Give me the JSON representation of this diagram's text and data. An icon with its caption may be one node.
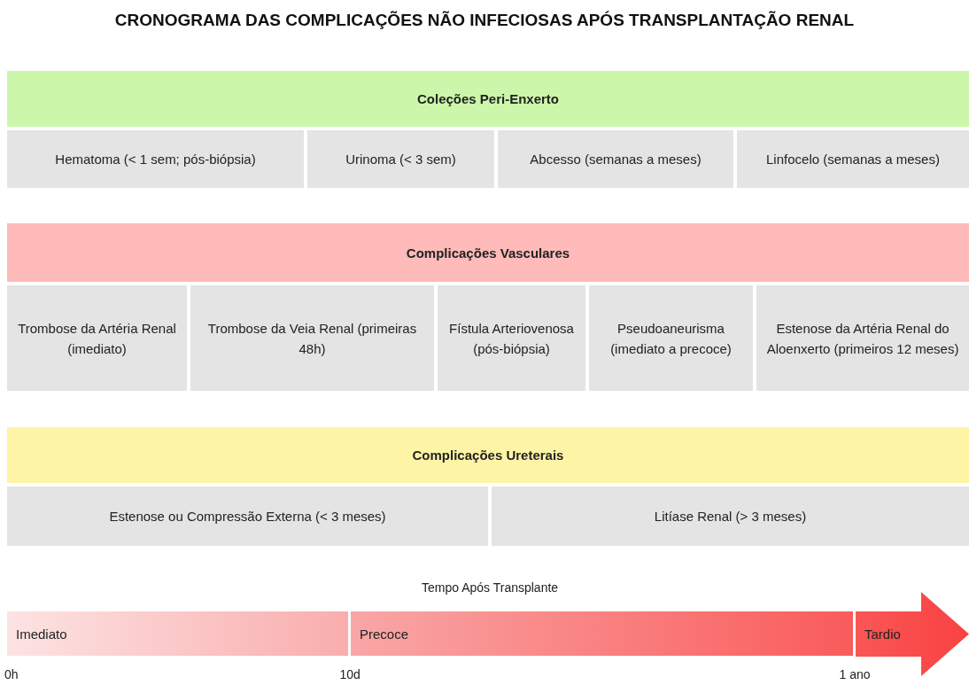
{
  "diagram": {
    "title": "CRONOGRAMA DAS COMPLICAÇÕES NÃO INFECIOSAS APÓS TRANSPLANTAÇÃO RENAL",
    "nodes": [
      {
        "text": [
          "Coleções Peri-Enxerto"
        ]
      },
      {
        "text": [
          "Hematoma (< 1 sem; pós-biópsia)"
        ]
      },
      {
        "text": [
          "Urinoma (< 3 sem)"
        ]
      },
      {
        "text": [
          "Abcesso (semanas a meses)"
        ]
      },
      {
        "text": [
          "Linfocelo (semanas a meses)"
        ]
      },
      {
        "text": [
          "Complicações Vasculares"
        ]
      },
      {
        "text": [
          "Trombose da Artéria Renal (imediato)"
        ]
      },
      {
        "text": [
          "Trombose da Veia Renal (primeiras 48h)"
        ]
      },
      {
        "text": [
          "Fístula Arteriovenosa (pós-biópsia)"
        ]
      },
      {
        "text": [
          "Pseudoaneurisma (imediato a precoce)"
        ]
      },
      {
        "text": [
          "Estenose da Artéria Renal do Aloenxerto (primeiros 12 meses)"
        ]
      },
      {
        "text": [
          "Complicações Ureterais"
        ]
      },
      {
        "text": [
          "Estenose ou Compressão Externa (< 3 meses)"
        ]
      },
      {
        "text": [
          "Litíase Renal (> 3 meses)"
        ]
      },
      {
        "text": [
          "Imediato"
        ]
      },
      {
        "text": [
          "Precoce"
        ]
      },
      {
        "text": [
          "Tardio"
        ]
      }
    ],
    "edges": [],
    "labels": [
      "Tempo Após Transplante",
      "0h",
      "10d",
      "1 ano"
    ]
  }
}
